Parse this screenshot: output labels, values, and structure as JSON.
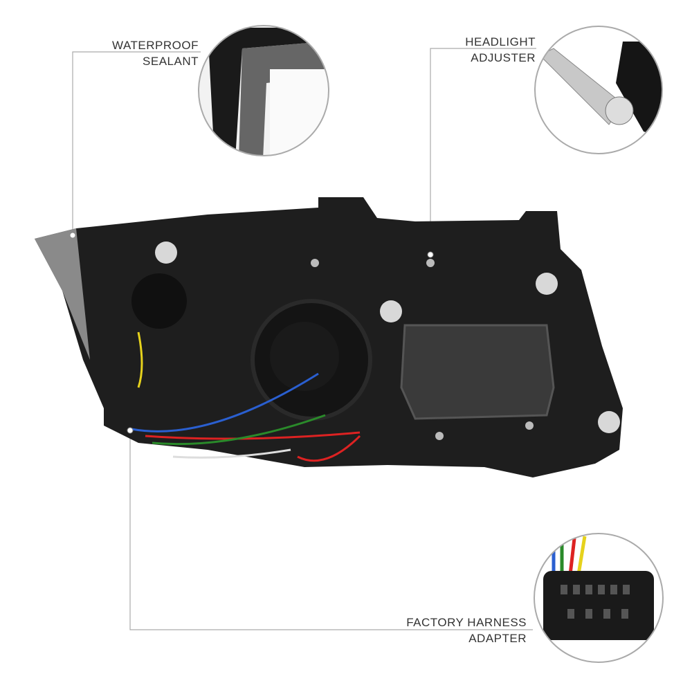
{
  "callouts": [
    {
      "line1": "WATERPROOF",
      "line2": "SEALANT",
      "icon": "sealant-closeup"
    },
    {
      "line1": "HEADLIGHT",
      "line2": "ADJUSTER",
      "icon": "adjuster-closeup"
    },
    {
      "line1": "FACTORY HARNESS",
      "line2": "ADAPTER",
      "icon": "harness-closeup"
    }
  ],
  "colors": {
    "line": "#aaaaaa",
    "text": "#333333",
    "housing": "#1e1e1e"
  }
}
